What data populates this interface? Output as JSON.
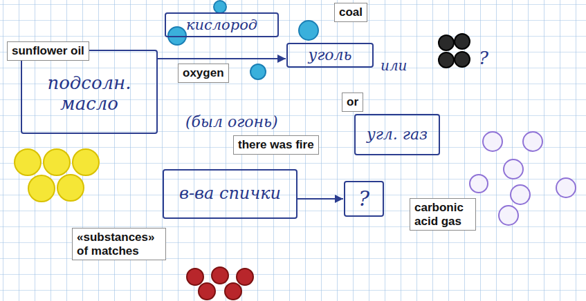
{
  "diagram": {
    "nodes": [
      {
        "text": [
          "подсолн. масло",
          "sunflower oil"
        ]
      },
      {
        "text": [
          "кислород",
          "oxygen"
        ]
      },
      {
        "text": [
          "уголь",
          "coal"
        ]
      },
      {
        "text": [
          "угл. газ"
        ]
      },
      {
        "text": [
          "в-ва спички",
          "«substances» of matches"
        ]
      },
      {
        "text": [
          "?"
        ]
      }
    ],
    "edges": [
      {
        "from": 0,
        "to": 2,
        "arrow": "to"
      },
      {
        "from": 4,
        "to": 5,
        "arrow": "to"
      }
    ],
    "labels": [
      "или",
      "or",
      "(был огонь)",
      "there was fire",
      "?",
      "carbonic acid gas"
    ]
  }
}
